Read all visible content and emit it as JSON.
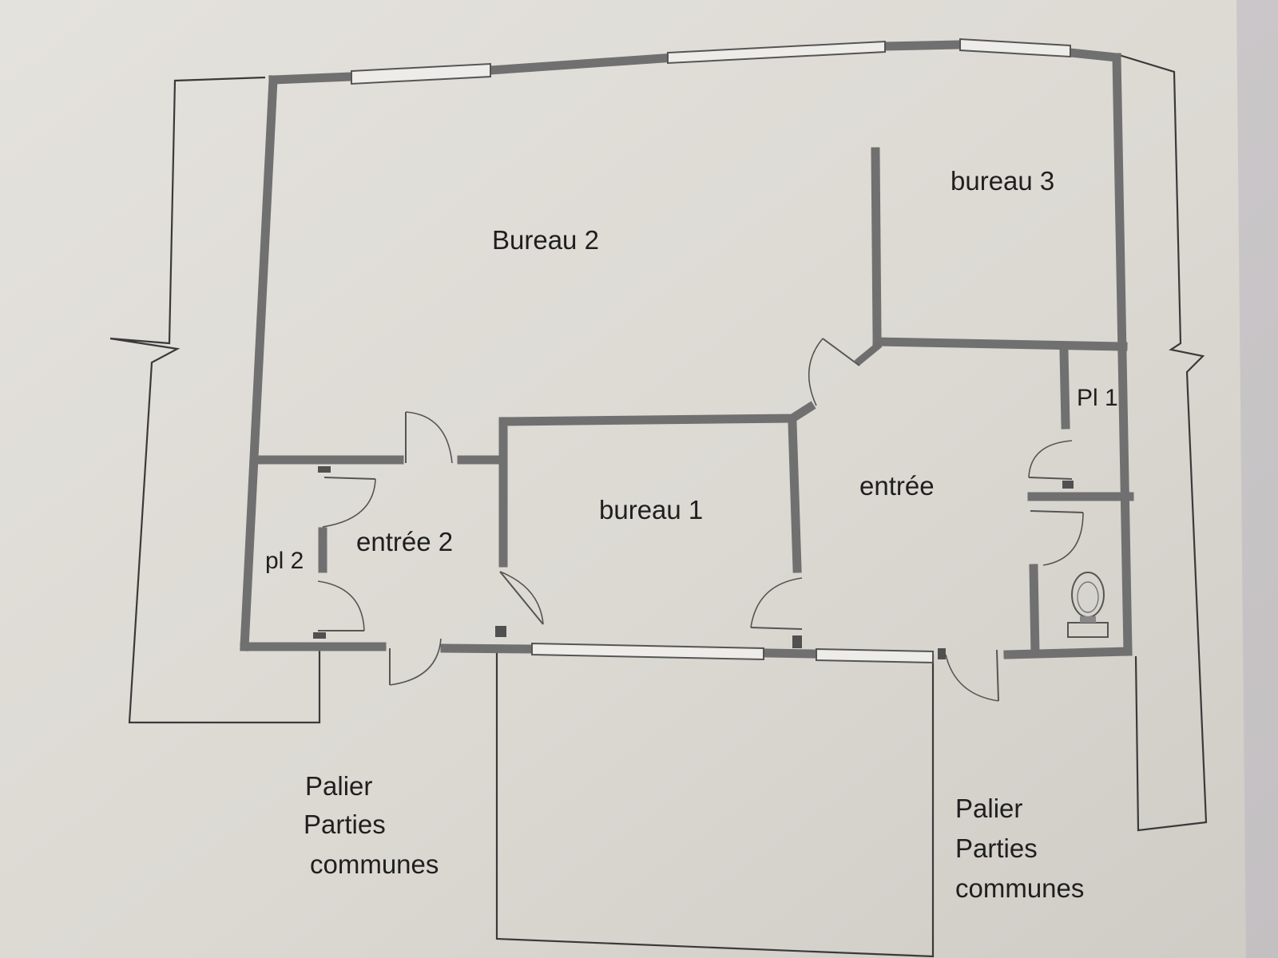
{
  "rooms": {
    "bureau2": "Bureau 2",
    "bureau3": "bureau 3",
    "bureau1": "bureau 1",
    "entree": "entrée",
    "entree2": "entrée 2",
    "pl1": "Pl 1",
    "pl2": "pl 2"
  },
  "landings": {
    "left": [
      "Palier",
      "Parties",
      "communes"
    ],
    "right": [
      "Palier",
      "Parties",
      "communes"
    ]
  },
  "icons": {
    "toilet": "toilet-icon"
  },
  "colors": {
    "paper": "#d9d6d0",
    "wall": "#707070",
    "line": "#3a3a3a",
    "text": "#1f1f1f"
  }
}
